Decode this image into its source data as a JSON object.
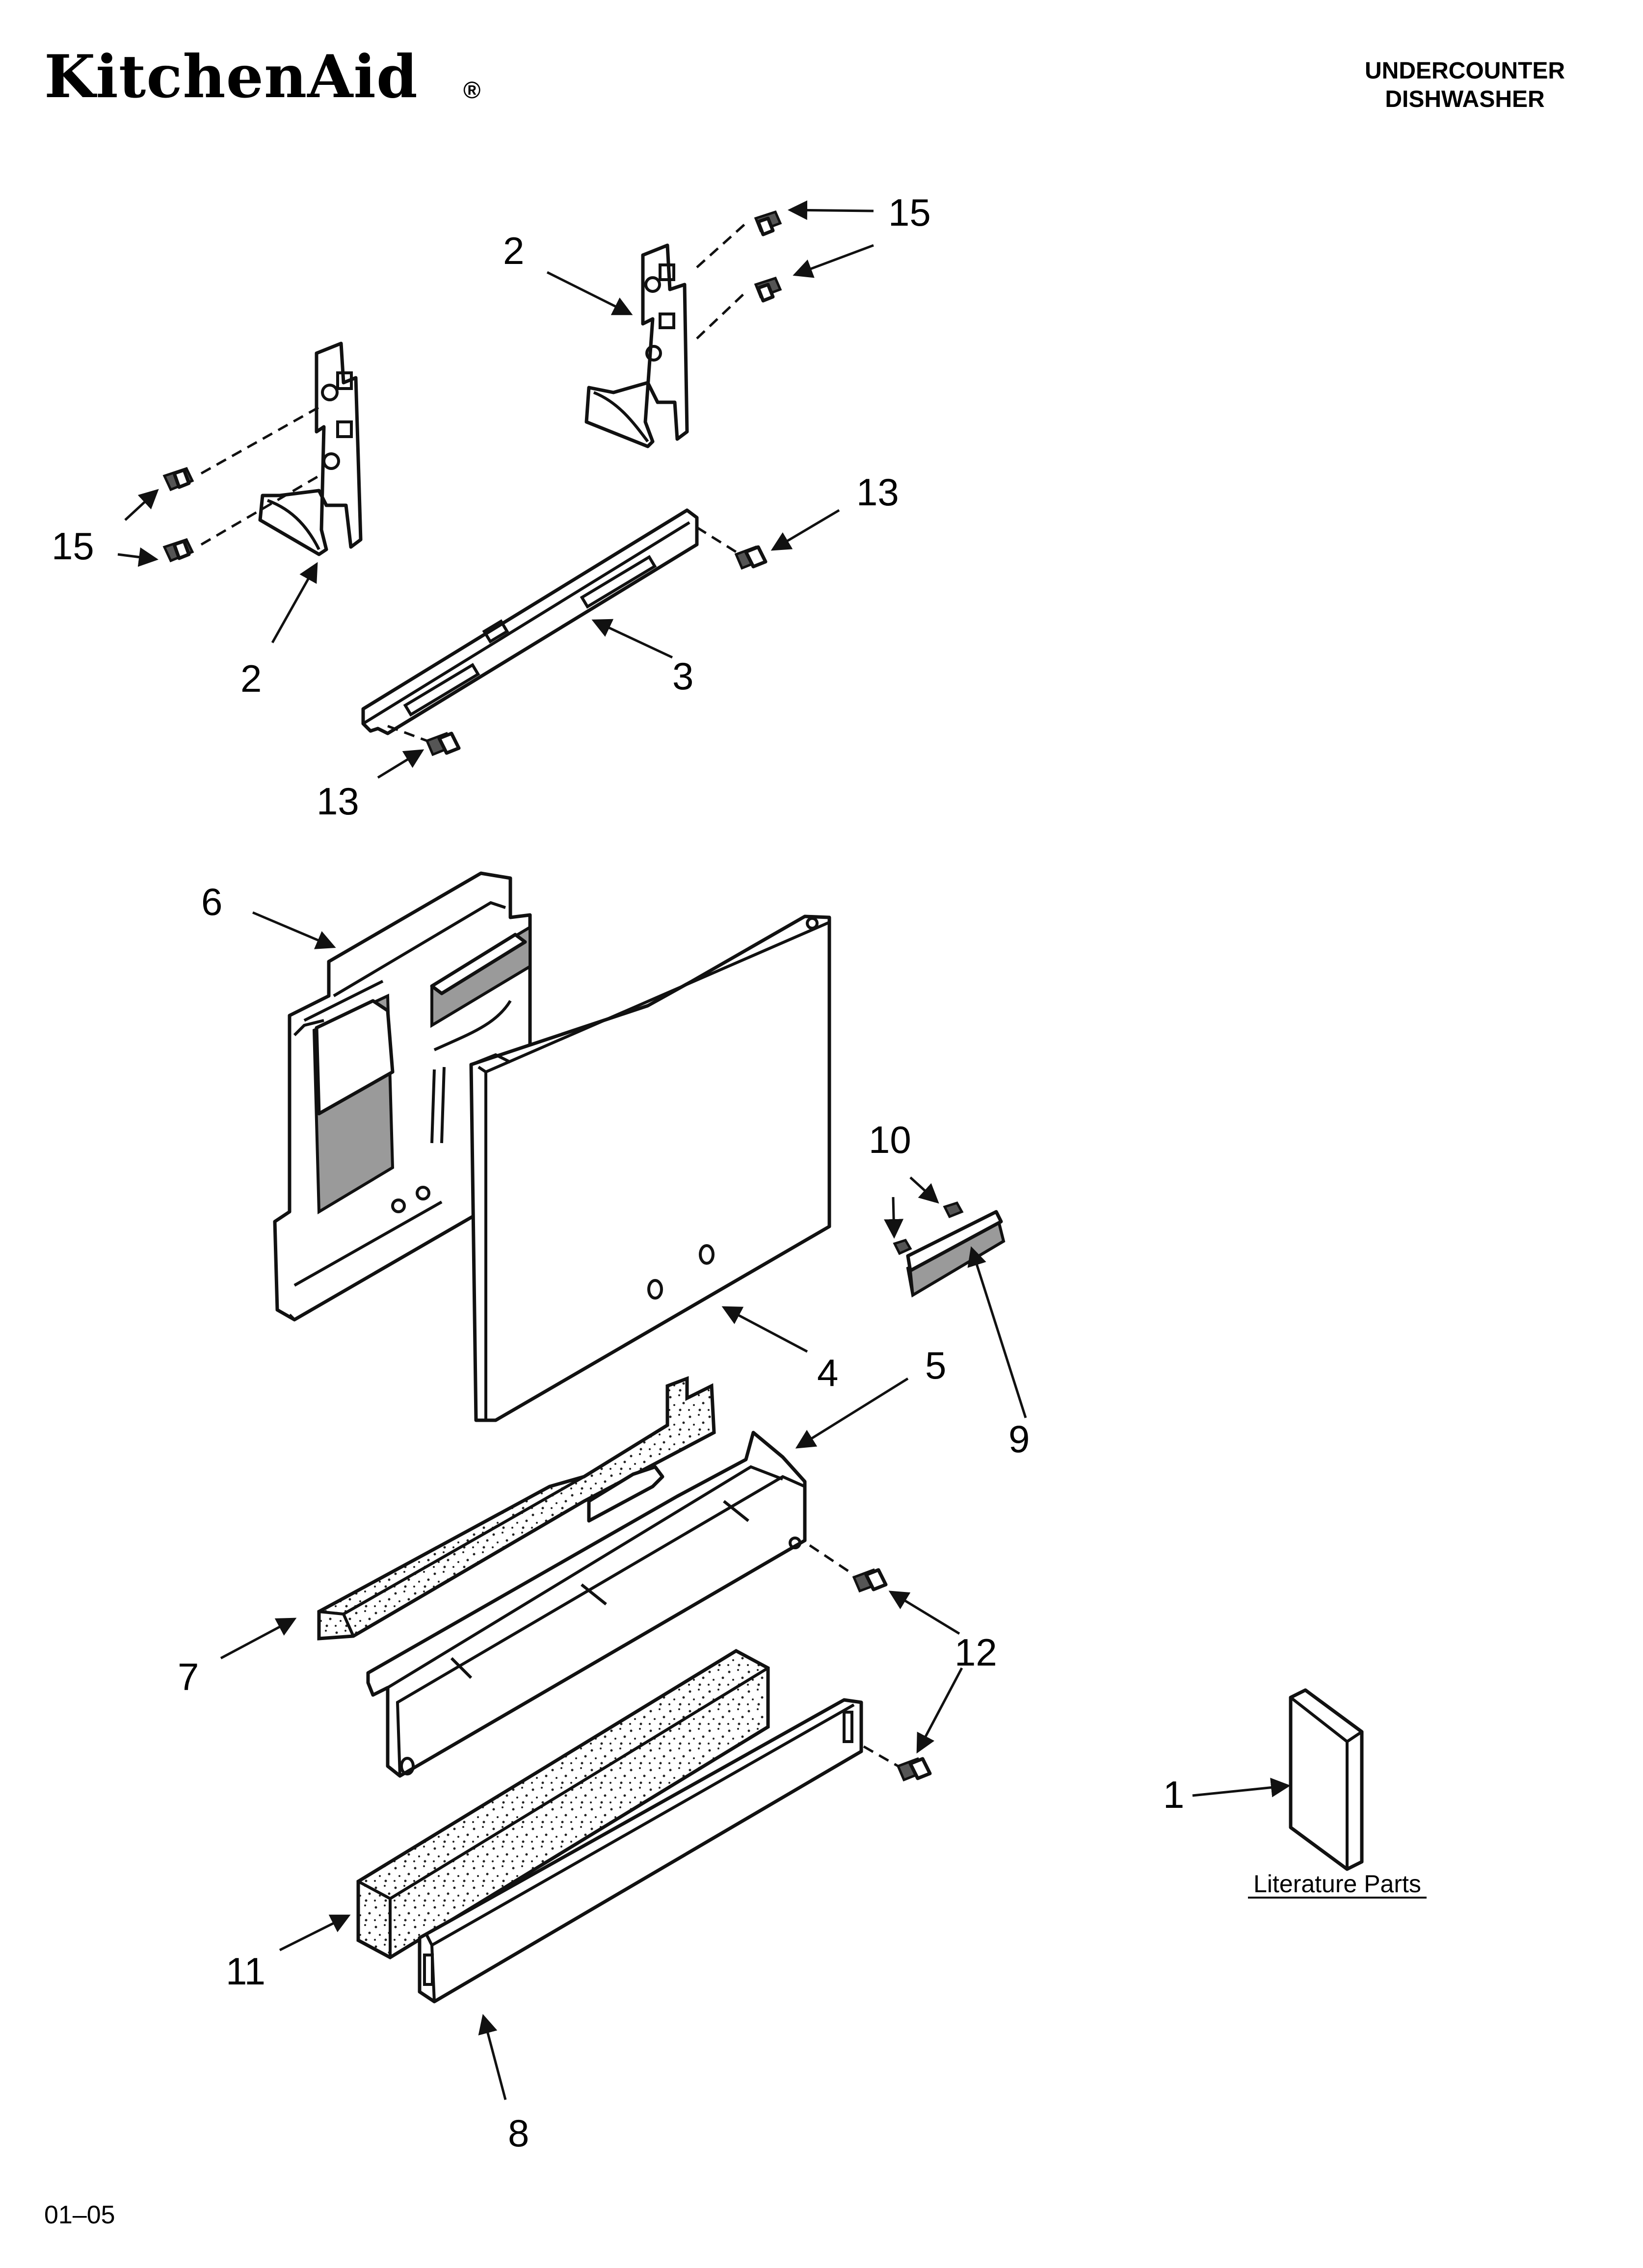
{
  "header": {
    "brand": "KitchenAid",
    "trademark": "®",
    "title_line1": "UNDERCOUNTER",
    "title_line2": "DISHWASHER"
  },
  "callouts": {
    "c15a": "15",
    "c2a": "2",
    "c15b": "15",
    "c2b": "2",
    "c13a": "13",
    "c3": "3",
    "c13b": "13",
    "c6": "6",
    "c10": "10",
    "c4": "4",
    "c5": "5",
    "c9": "9",
    "c7": "7",
    "c12": "12",
    "c1": "1",
    "c11": "11",
    "c8": "8"
  },
  "literature_label": "Literature Parts",
  "footer_code": "01–05"
}
